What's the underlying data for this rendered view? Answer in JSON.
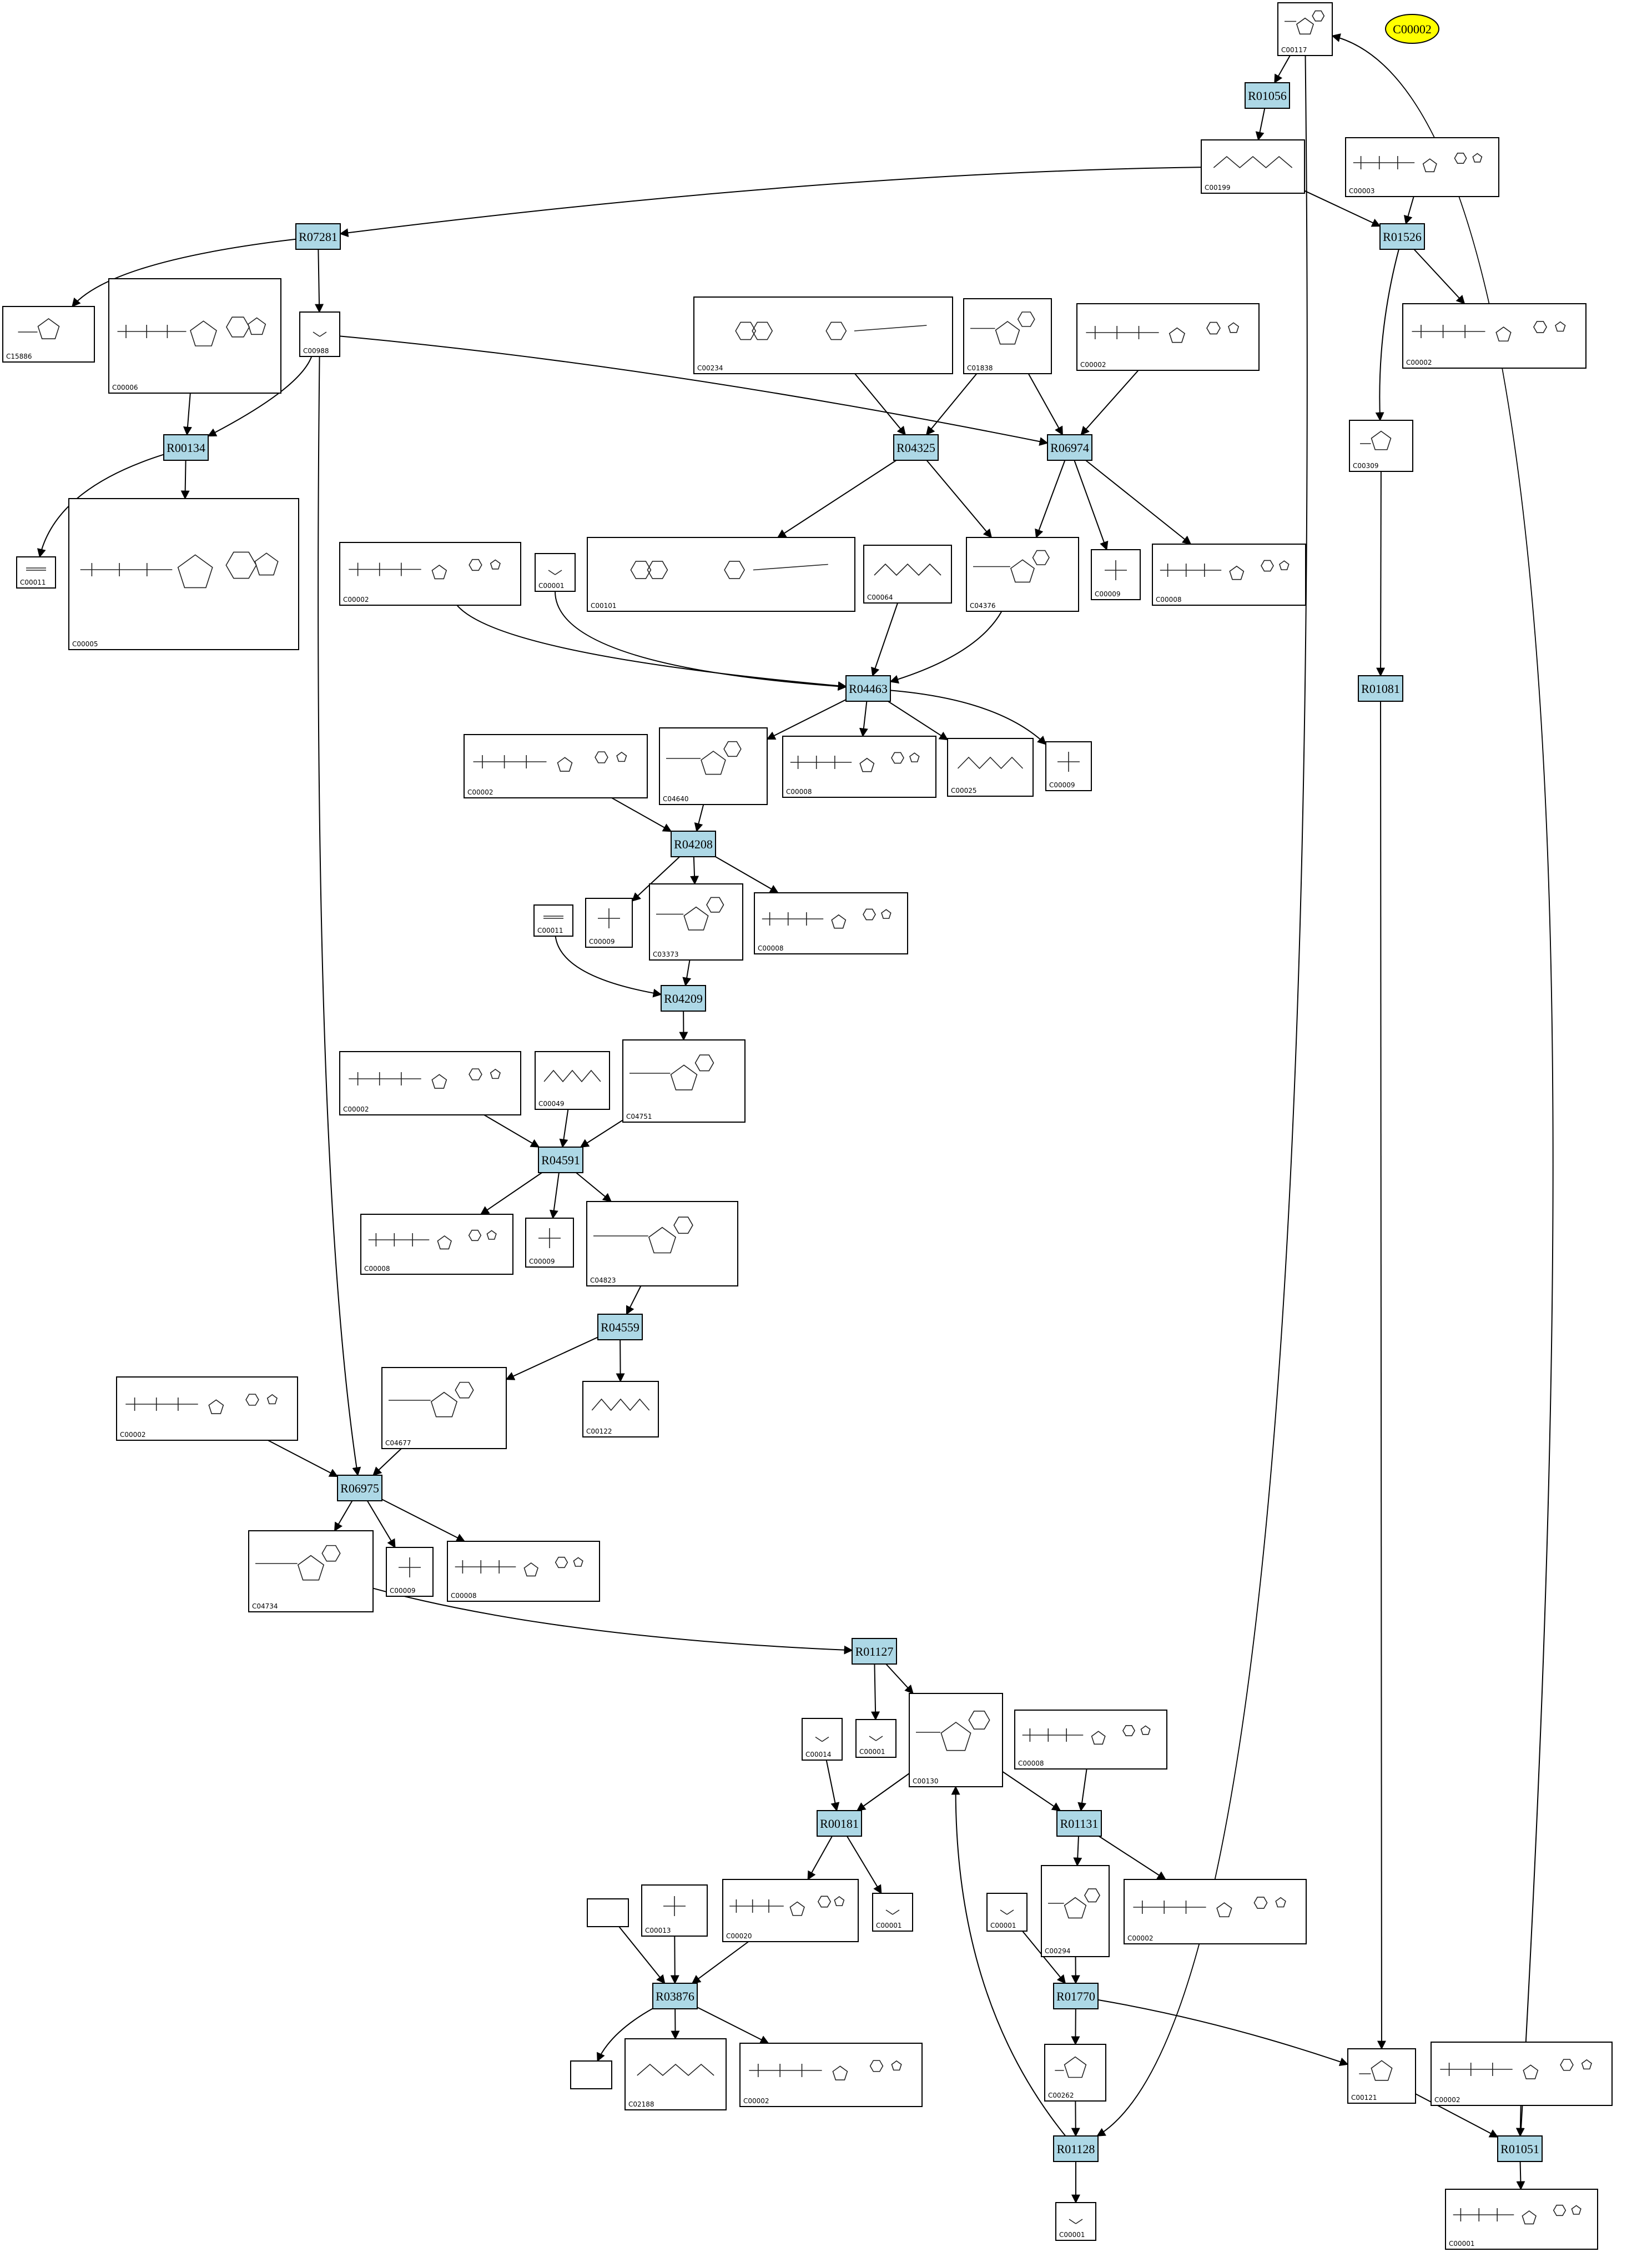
{
  "legend": {
    "label": "C00002",
    "color": "#ffff00"
  },
  "colors": {
    "reaction_fill": "#add8e6",
    "compound_fill": "#ffffff",
    "edge": "#000000"
  },
  "reactions": [
    {
      "id": "R01056"
    },
    {
      "id": "R07281"
    },
    {
      "id": "R01526"
    },
    {
      "id": "R00134"
    },
    {
      "id": "R04325"
    },
    {
      "id": "R06974"
    },
    {
      "id": "R01081"
    },
    {
      "id": "R04463"
    },
    {
      "id": "R04208"
    },
    {
      "id": "R04209"
    },
    {
      "id": "R04591"
    },
    {
      "id": "R04559"
    },
    {
      "id": "R06975"
    },
    {
      "id": "R01127"
    },
    {
      "id": "R00181"
    },
    {
      "id": "R01131"
    },
    {
      "id": "R01770"
    },
    {
      "id": "R03876"
    },
    {
      "id": "R01128"
    },
    {
      "id": "R01051"
    }
  ],
  "compounds": [
    {
      "key": "c00117_top",
      "id": "C00117"
    },
    {
      "key": "c00199",
      "id": "C00199"
    },
    {
      "key": "c00003_a",
      "id": "C00003"
    },
    {
      "key": "c15886",
      "id": "C15886"
    },
    {
      "key": "c00006",
      "id": "C00006"
    },
    {
      "key": "c00988",
      "id": "C00988"
    },
    {
      "key": "c00234",
      "id": "C00234"
    },
    {
      "key": "c01838",
      "id": "C01838"
    },
    {
      "key": "c00002_a",
      "id": "C00002"
    },
    {
      "key": "c00002_b",
      "id": "C00002"
    },
    {
      "key": "c00309",
      "id": "C00309"
    },
    {
      "key": "c00011_a",
      "id": "C00011"
    },
    {
      "key": "c00005",
      "id": "C00005"
    },
    {
      "key": "c00002_c",
      "id": "C00002"
    },
    {
      "key": "c00001_a",
      "id": "C00001"
    },
    {
      "key": "c00101",
      "id": "C00101"
    },
    {
      "key": "c00064",
      "id": "C00064"
    },
    {
      "key": "c04376",
      "id": "C04376"
    },
    {
      "key": "c00009_a",
      "id": "C00009"
    },
    {
      "key": "c00008_a",
      "id": "C00008"
    },
    {
      "key": "c00002_d",
      "id": "C00002"
    },
    {
      "key": "c04640",
      "id": "C04640"
    },
    {
      "key": "c00008_b",
      "id": "C00008"
    },
    {
      "key": "c00025",
      "id": "C00025"
    },
    {
      "key": "c00009_b",
      "id": "C00009"
    },
    {
      "key": "c00011_b",
      "id": "C00011"
    },
    {
      "key": "c00009_c",
      "id": "C00009"
    },
    {
      "key": "c03373",
      "id": "C03373"
    },
    {
      "key": "c00008_c",
      "id": "C00008"
    },
    {
      "key": "c00002_e",
      "id": "C00002"
    },
    {
      "key": "c00049",
      "id": "C00049"
    },
    {
      "key": "c04751",
      "id": "C04751"
    },
    {
      "key": "c00008_d",
      "id": "C00008"
    },
    {
      "key": "c00009_d",
      "id": "C00009"
    },
    {
      "key": "c04823",
      "id": "C04823"
    },
    {
      "key": "c00002_f",
      "id": "C00002"
    },
    {
      "key": "c04677",
      "id": "C04677"
    },
    {
      "key": "c00122",
      "id": "C00122"
    },
    {
      "key": "c04734",
      "id": "C04734"
    },
    {
      "key": "c00009_e",
      "id": "C00009"
    },
    {
      "key": "c00008_e",
      "id": "C00008"
    },
    {
      "key": "c00001_b",
      "id": "C00001"
    },
    {
      "key": "c00014",
      "id": "C00014"
    },
    {
      "key": "c00130",
      "id": "C00130"
    },
    {
      "key": "c00008_f",
      "id": "C00008"
    },
    {
      "key": "c00020",
      "id": "C00020"
    },
    {
      "key": "c00001_c",
      "id": "C00001"
    },
    {
      "key": "c00013",
      "id": "C00013"
    },
    {
      "key": "c00294",
      "id": "C00294"
    },
    {
      "key": "c00002_g",
      "id": "C00002"
    },
    {
      "key": "c00001_d",
      "id": "C00001"
    },
    {
      "key": "c02188",
      "id": "C02188"
    },
    {
      "key": "c00002_h",
      "id": "C00002"
    },
    {
      "key": "c00262",
      "id": "C00262"
    },
    {
      "key": "c00121",
      "id": "C00121"
    },
    {
      "key": "c00002_i",
      "id": "C00002"
    },
    {
      "key": "c00001_e",
      "id": "C00001"
    },
    {
      "key": "c00001_f",
      "id": "C00001"
    },
    {
      "key": "blank_1",
      "id": ""
    },
    {
      "key": "blank_2",
      "id": ""
    }
  ]
}
